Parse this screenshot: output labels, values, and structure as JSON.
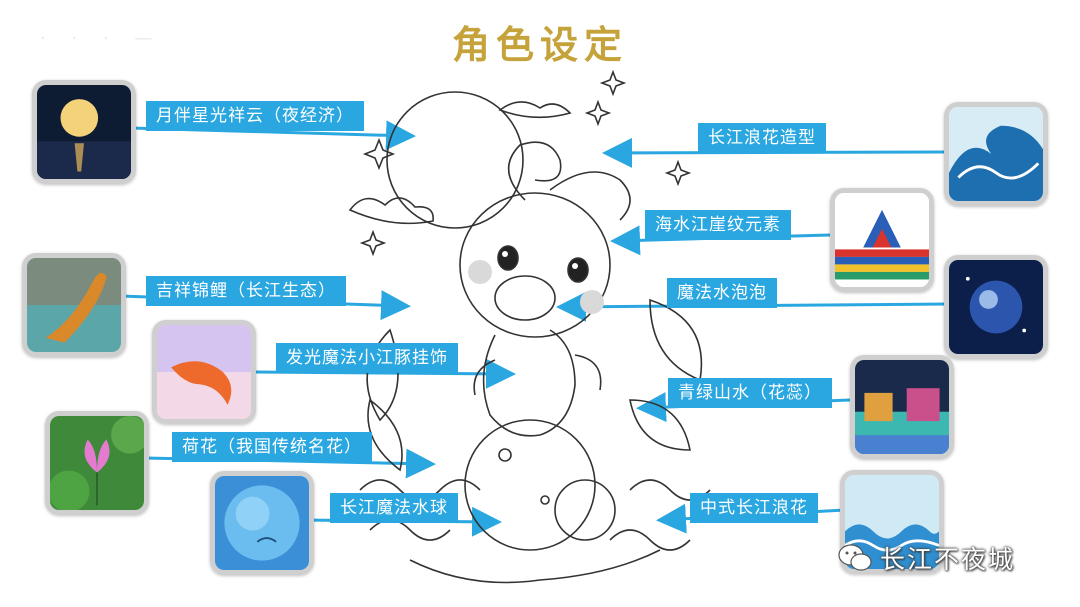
{
  "title": "角色设定",
  "left_items": [
    {
      "label": "月伴星光祥云（夜经济）"
    },
    {
      "label": "吉祥锦鲤（长江生态）"
    },
    {
      "label": "发光魔法小江豚挂饰"
    },
    {
      "label": "荷花（我国传统名花）"
    },
    {
      "label": "长江魔法水球"
    }
  ],
  "right_items": [
    {
      "label": "长江浪花造型"
    },
    {
      "label": "海水江崖纹元素"
    },
    {
      "label": "魔法水泡泡"
    },
    {
      "label": "青绿山水（花蕊）"
    },
    {
      "label": "中式长江浪花"
    }
  ],
  "watermark": {
    "text": "长江不夜城",
    "icon": "wechat-icon"
  },
  "colors": {
    "label_bg": "#2aa7e0",
    "title": "#c6a33a",
    "arrow": "#2aa7e0",
    "frame": "#cfcfcf"
  }
}
